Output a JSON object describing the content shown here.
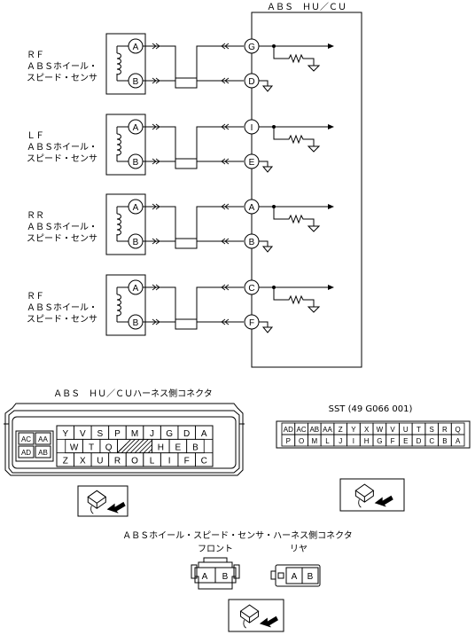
{
  "hu_title": "ＡＢＳ　ＨＵ／ＣＵ",
  "sensors": [
    {
      "line1": "ＲＦ",
      "line2": "ＡＢＳホイール・",
      "line3": "スピード・センサ",
      "pin_a": "A",
      "pin_b": "B",
      "term_top": "G",
      "term_bottom": "D"
    },
    {
      "line1": "ＬＦ",
      "line2": "ＡＢＳホイール・",
      "line3": "スピード・センサ",
      "pin_a": "A",
      "pin_b": "B",
      "term_top": "I",
      "term_bottom": "E"
    },
    {
      "line1": "ＲＲ",
      "line2": "ＡＢＳホイール・",
      "line3": "スピード・センサ",
      "pin_a": "A",
      "pin_b": "B",
      "term_top": "A",
      "term_bottom": "B"
    },
    {
      "line1": "ＲＦ",
      "line2": "ＡＢＳホイール・",
      "line3": "スピード・センサ",
      "pin_a": "A",
      "pin_b": "B",
      "term_top": "C",
      "term_bottom": "F"
    }
  ],
  "hu_connector": {
    "title": "ＡＢＳ　ＨＵ／ＣＵハーネス側コネクタ",
    "left_block": [
      "AC",
      "AA",
      "AD",
      "AB"
    ],
    "row1": [
      "Y",
      "V",
      "S",
      "P",
      "M",
      "J",
      "G",
      "D",
      "A"
    ],
    "row2": [
      "W",
      "T",
      "Q",
      "",
      "H",
      "E",
      "B"
    ],
    "row3": [
      "Z",
      "X",
      "U",
      "R",
      "O",
      "L",
      "I",
      "F",
      "C"
    ]
  },
  "sst": {
    "title": "SST (49 G066 001)",
    "row1": [
      "AD",
      "AC",
      "AB",
      "AA",
      "Z",
      "Y",
      "X",
      "W",
      "V",
      "U",
      "T",
      "S",
      "R",
      "Q"
    ],
    "row2": [
      "P",
      "O",
      "M",
      "L",
      "J",
      "I",
      "H",
      "G",
      "F",
      "E",
      "D",
      "C",
      "B",
      "A"
    ]
  },
  "sensor_connector": {
    "title": "ＡＢＳホイール・スピード・センサ・ハーネス側コネクタ",
    "front_label": "フロント",
    "rear_label": "リヤ",
    "front_pins": [
      "A",
      "B"
    ],
    "rear_pins": [
      "A",
      "B"
    ]
  }
}
